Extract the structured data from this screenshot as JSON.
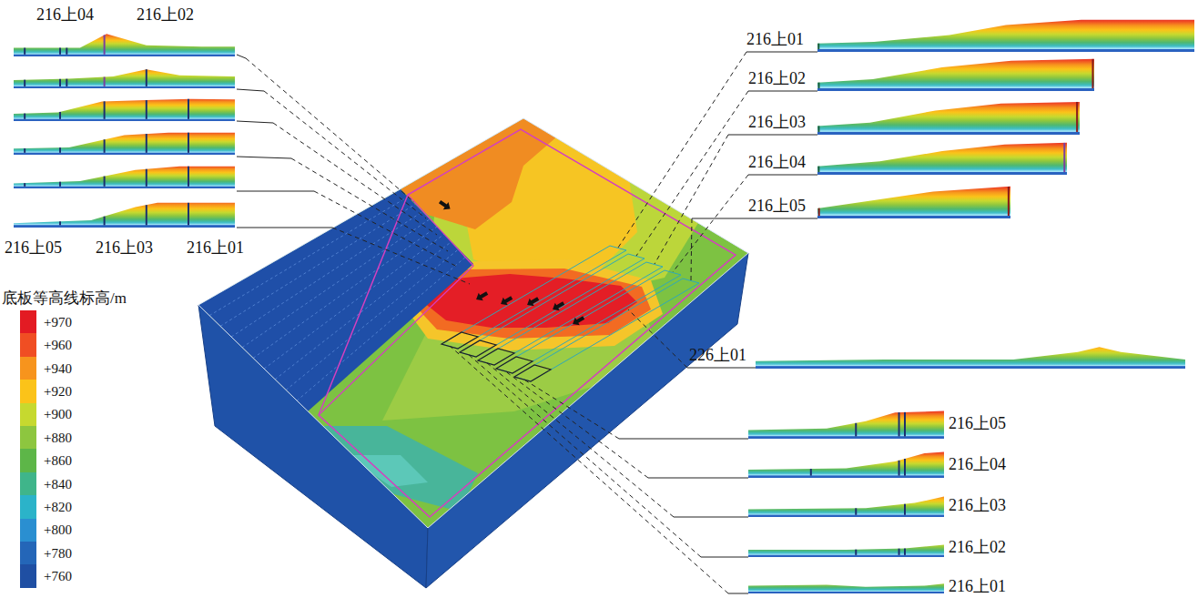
{
  "diagram": {
    "labels": [
      "216上04",
      "216上02",
      "216上05",
      "216上03",
      "216上01",
      "216上01",
      "216上02",
      "216上03",
      "216上04",
      "216上05",
      "226上01",
      "216上05",
      "216上04",
      "216上03",
      "216上02",
      "216上01",
      "底板等高线标高/m"
    ],
    "legend": [
      {
        "text": "+970",
        "color": "#e31b23"
      },
      {
        "text": "+960",
        "color": "#f04e23"
      },
      {
        "text": "+940",
        "color": "#f7941d"
      },
      {
        "text": "+920",
        "color": "#fbc319"
      },
      {
        "text": "+900",
        "color": "#c6d92f"
      },
      {
        "text": "+880",
        "color": "#8dc63f"
      },
      {
        "text": "+860",
        "color": "#5db648"
      },
      {
        "text": "+840",
        "color": "#3fb58a"
      },
      {
        "text": "+820",
        "color": "#2bb3c9"
      },
      {
        "text": "+800",
        "color": "#2a8fd1"
      },
      {
        "text": "+780",
        "color": "#2466b8"
      },
      {
        "text": "+760",
        "color": "#1f4fa3"
      }
    ]
  }
}
